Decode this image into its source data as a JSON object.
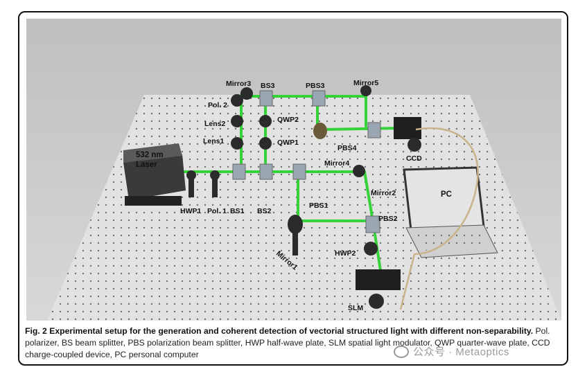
{
  "labels": {
    "mirror3": "Mirror3",
    "bs3": "BS3",
    "pbs3": "PBS3",
    "mirror5": "Mirror5",
    "pol2": "Pol. 2",
    "qwp2": "QWP2",
    "lens2": "Lens2",
    "lens1": "Lens1",
    "qwp1": "QWP1",
    "pbs4": "PBS4",
    "mirror4": "Mirror4",
    "ccd": "CCD",
    "laser": "532 nm\nLaser",
    "pc": "PC",
    "mirror2": "Mirror2",
    "pbs2": "PBS2",
    "pbs1": "PBS1",
    "hwp1": "HWP1",
    "pol1": "Pol. 1",
    "bs1": "BS1",
    "bs2": "BS2",
    "hwp2": "HWP2",
    "mirror1": "Mirror1",
    "slm": "SLM"
  },
  "caption": {
    "title": "Fig. 2 Experimental setup for the generation and coherent detection of vectorial structured light with different non-separability.",
    "body": " Pol. polarizer, BS beam splitter, PBS polarization beam splitter, HWP half-wave plate, SLM spatial light modulator, QWP quarter-wave plate, CCD charge-coupled device, PC personal computer"
  },
  "watermark": {
    "text": "公众号 · Metaoptics"
  },
  "colors": {
    "beam": "#36d23a",
    "table": "#dcdcdc",
    "background": "#c9c9c9"
  }
}
